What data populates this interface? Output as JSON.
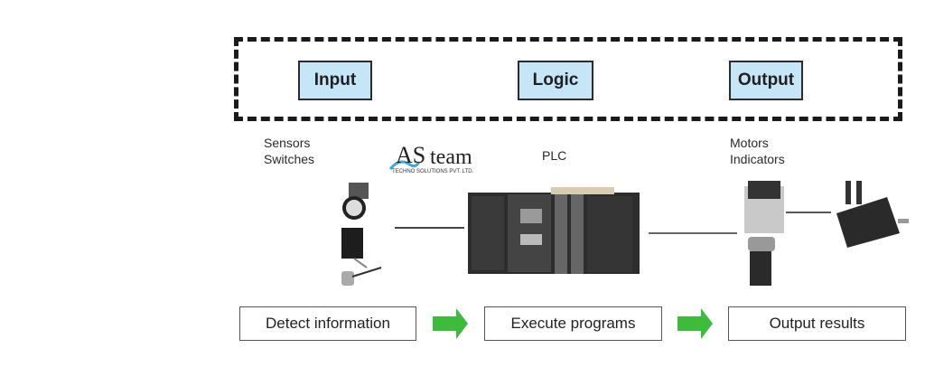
{
  "stages": [
    {
      "label": "Input"
    },
    {
      "label": "Logic"
    },
    {
      "label": "Output"
    }
  ],
  "labels": {
    "input_devices": [
      "Sensors",
      "Switches"
    ],
    "plc": "PLC",
    "output_devices": [
      "Motors",
      "Indicators"
    ]
  },
  "logo": {
    "brand_a": "AS",
    "brand_b": "team",
    "tagline": "TECHNO SOLUTIONS PVT. LTD.",
    "accent_color": "#3aa8e0"
  },
  "steps": [
    {
      "label": "Detect information"
    },
    {
      "label": "Execute programs"
    },
    {
      "label": "Output results"
    }
  ],
  "colors": {
    "stage_fill": "#c6e6f8",
    "arrow_green": "#3dbb3d"
  }
}
